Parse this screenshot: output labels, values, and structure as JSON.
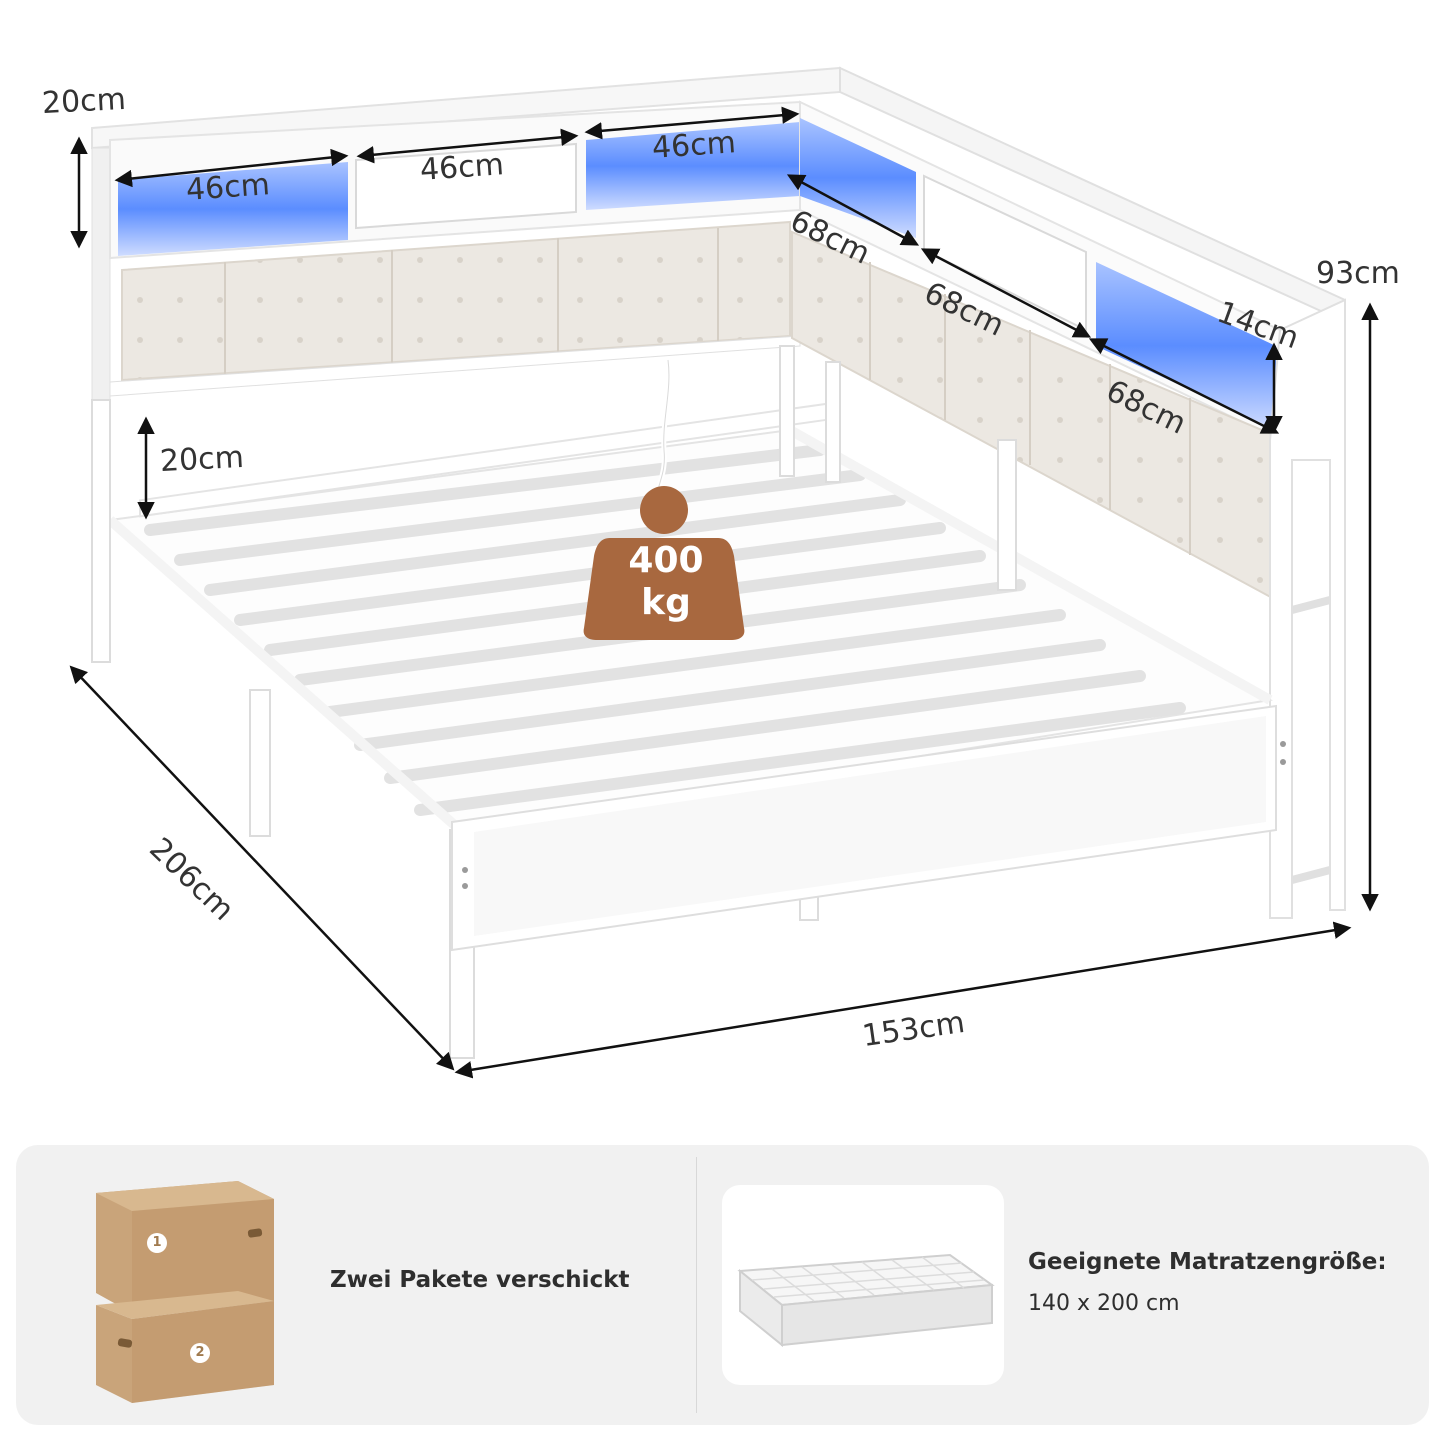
{
  "dimensions": {
    "top_height": "20cm",
    "shelf_width_1": "46cm",
    "drawer_width": "46cm",
    "shelf_width_2": "46cm",
    "side_length_1": "68cm",
    "side_length_2": "68cm",
    "side_length_3": "68cm",
    "shelf_depth": "14cm",
    "total_height": "93cm",
    "under_bed_height": "20cm",
    "length": "206cm",
    "width": "153cm"
  },
  "load": {
    "value": "400",
    "unit": "kg"
  },
  "packages": {
    "text": "Zwei Pakete verschickt",
    "box_numbers": [
      "1",
      "2"
    ]
  },
  "mattress": {
    "title": "Geeignete Matratzengröße:",
    "size": "140 x 200 cm"
  },
  "colors": {
    "led_blue": "#5b8dff",
    "upholstery": "#ece8e2",
    "frame": "#ffffff",
    "weight_badge": "#a8683f",
    "cardboard": "#c9a47a",
    "panel_bg": "#f1f1f1"
  }
}
